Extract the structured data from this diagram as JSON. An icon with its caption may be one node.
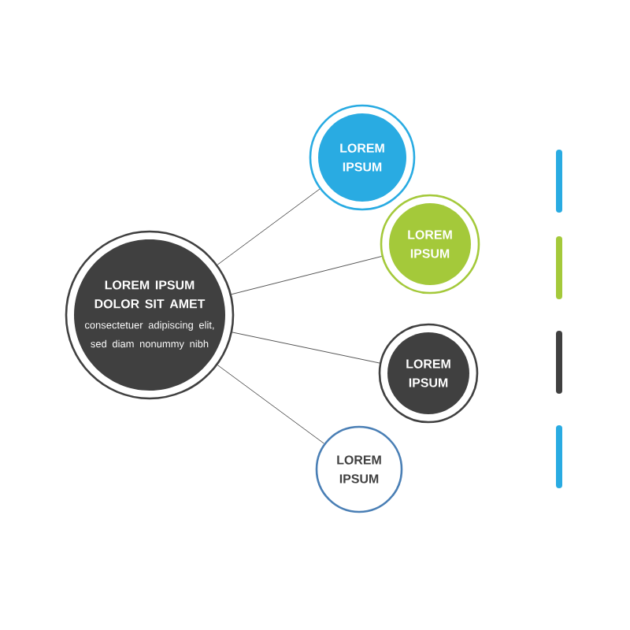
{
  "diagram": {
    "nodes": [
      {
        "text": [
          "LOREM IPSUM DOLOR SIT AMET",
          "consectetuer adipiscing elit, sed diam nonummy nibh"
        ]
      },
      {
        "text": [
          "LOREM IPSUM"
        ]
      },
      {
        "text": [
          "LOREM IPSUM"
        ]
      },
      {
        "text": [
          "LOREM IPSUM"
        ]
      },
      {
        "text": [
          "LOREM IPSUM"
        ]
      }
    ],
    "edges": [
      {
        "from": 0,
        "to": 1,
        "arrow": "none"
      },
      {
        "from": 0,
        "to": 2,
        "arrow": "none"
      },
      {
        "from": 0,
        "to": 3,
        "arrow": "none"
      },
      {
        "from": 0,
        "to": 4,
        "arrow": "none"
      }
    ]
  }
}
